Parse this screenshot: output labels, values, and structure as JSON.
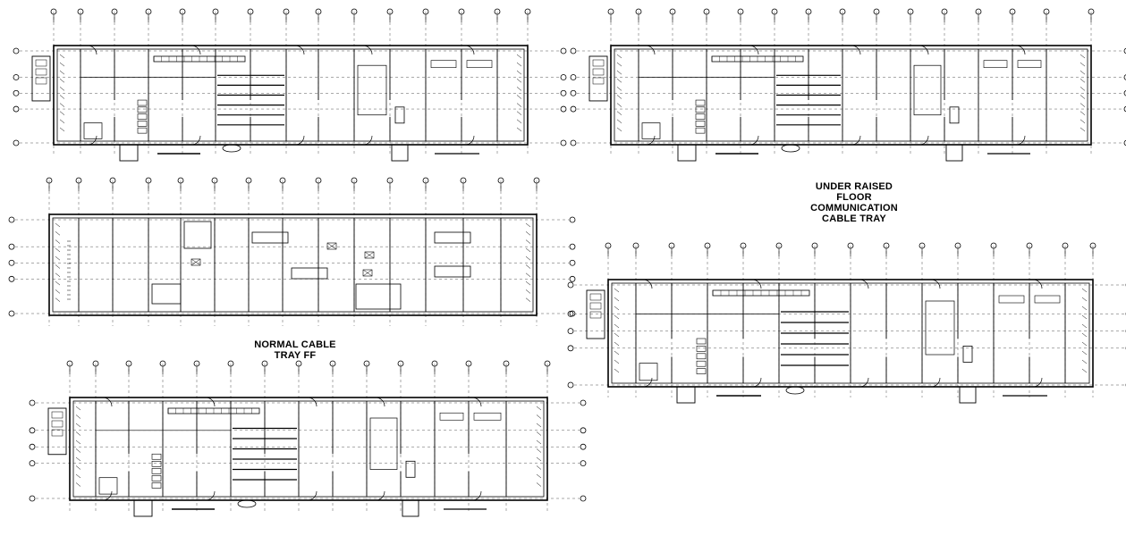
{
  "captions": {
    "under_raised_floor": [
      "UNDER RAISED",
      "FLOOR",
      "COMMUNICATION",
      "CABLE TRAY"
    ],
    "normal_cable_tray": [
      "NORMAL CABLE",
      "TRAY FF"
    ]
  },
  "colors": {
    "line": "#000000",
    "background": "#ffffff",
    "grid_line": "#555555"
  }
}
